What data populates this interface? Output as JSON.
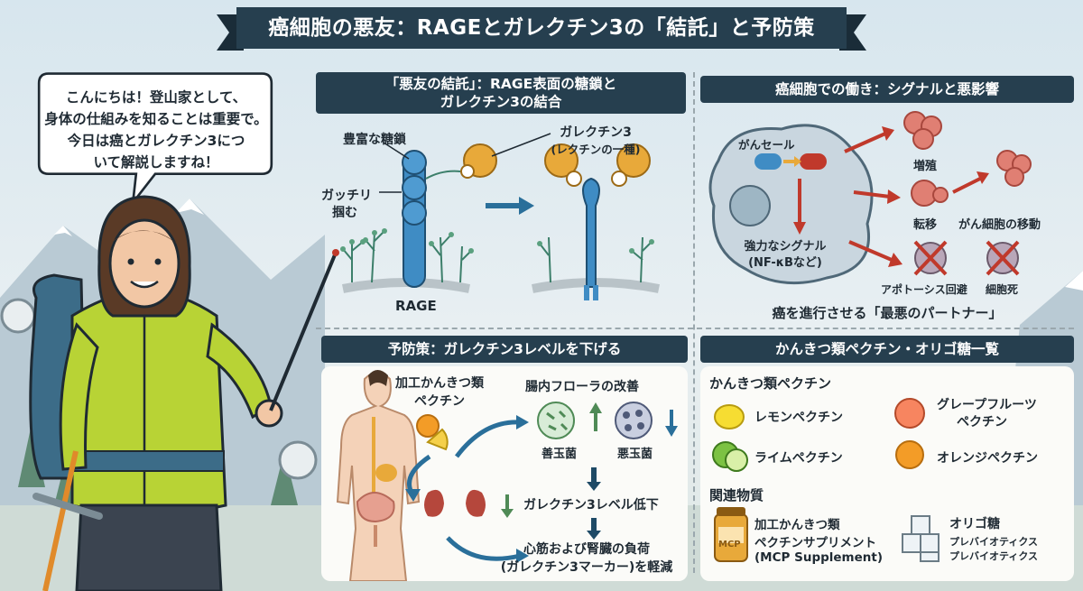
{
  "title": "癌細胞の悪友：RAGEとガレクチン3の「結託」と予防策",
  "speech_bubble": {
    "line1": "こんにちは！登山家として、",
    "line2": "身体の仕組みを知ることは重要で。",
    "line3": "今日は癌とガレクチン3につ",
    "line4": "いて解説しますね！"
  },
  "panel_binding": {
    "header_line1": "「悪友の結託」：RAGE表面の糖鎖と",
    "header_line2": "ガレクチン3の結合",
    "label_glycans": "豊富な糖鎖",
    "label_grip_1": "ガッチリ",
    "label_grip_2": "掴む",
    "label_galectin_1": "ガレクチン3",
    "label_galectin_2": "(レクチンの一種)",
    "label_rage": "RAGE"
  },
  "panel_signal": {
    "header": "癌細胞での働き：シグナルと悪影響",
    "label_cancer_cell": "がんセール",
    "label_signal_1": "強力なシグナル",
    "label_signal_2": "(NF-κBなど)",
    "label_proliferation": "増殖",
    "label_metastasis": "転移",
    "label_migration": "がん細胞の移動",
    "label_apoptosis_evasion": "アポトーシス回避",
    "label_cell_death": "細胞死",
    "footer": "癌を進行させる「最悪のパートナー」"
  },
  "panel_prevention": {
    "header": "予防策：ガレクチン3レベルを下げる",
    "label_processed_1": "加工かんきつ類",
    "label_processed_2": "ペクチン",
    "label_flora": "腸内フローラの改善",
    "label_good_bacteria": "善玉菌",
    "label_bad_bacteria": "悪玉菌",
    "label_galectin_down": "ガレクチン3レベル低下",
    "label_load_1": "心筋および腎臓の負荷",
    "label_load_2": "(ガレクチン3マーカー)を軽減"
  },
  "panel_list": {
    "header": "かんきつ類ペクチン・オリゴ糖一覧",
    "section_pectin": "かんきつ類ペクチン",
    "items": [
      "レモンペクチン",
      "ライムペクチン",
      "グレープフルーツ",
      "ペクチン",
      "オレンジペクチン"
    ],
    "section_related": "関連物質",
    "mcp_1": "加工かんきつ類",
    "mcp_2": "ペクチンサプリメント",
    "mcp_3": "(MCP Supplement)",
    "mcp_jar": "MCP",
    "oligo_1": "オリゴ糖",
    "oligo_2": "プレバイオティクス",
    "oligo_3": "プレバイオティクス"
  },
  "colors": {
    "navy": "#263f4f",
    "jacket": "#b8d335",
    "arrow_blue": "#2a6f9a",
    "arrow_red": "#c0392b",
    "rage_blue": "#3f8cc4",
    "galectin_orange": "#e8a93a"
  }
}
